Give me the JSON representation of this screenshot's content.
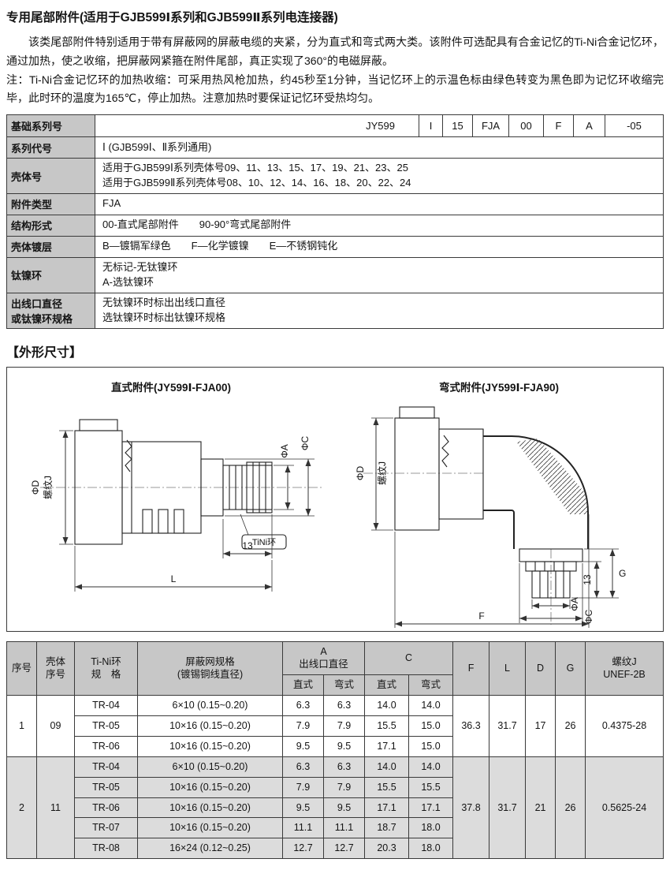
{
  "page": {
    "title": "专用尾部附件(适用于GJB599Ⅰ系列和GJB599Ⅱ系列电连接器)",
    "intro": "该类尾部附件特别适用于带有屏蔽网的屏蔽电缆的夹紧，分为直式和弯式两大类。该附件可选配具有合金记忆的Ti-Ni合金记忆环，通过加热，使之收缩，把屏蔽网紧箍在附件尾部，真正实现了360°的电磁屏蔽。",
    "note": "注：Ti-Ni合金记忆环的加热收缩：可采用热风枪加热，约45秒至1分钟，当记忆环上的示温色标由绿色转变为黑色即为记忆环收缩完毕，此时环的温度为165℃，停止加热。注意加热时要保证记忆环受热均匀。"
  },
  "ordering_table": {
    "code_row": {
      "label": "基础系列号",
      "base": "JY599",
      "segments": [
        "I",
        "15",
        "FJA",
        "00",
        "F",
        "A",
        "-05"
      ]
    },
    "rows": [
      {
        "label": "系列代号",
        "content": "Ⅰ (GJB599Ⅰ、Ⅱ系列通用)"
      },
      {
        "label": "壳体号",
        "content": "适用于GJB599Ⅰ系列壳体号09、11、13、15、17、19、21、23、25\n适用于GJB599Ⅱ系列壳体号08、10、12、14、16、18、20、22、24"
      },
      {
        "label": "附件类型",
        "content": "FJA"
      },
      {
        "label": "结构形式",
        "content": "00-直式尾部附件　　90-90°弯式尾部附件"
      },
      {
        "label": "壳体镀层",
        "content": "B—镀镉军绿色　　F—化学镀镍　　E—不锈钢钝化"
      },
      {
        "label": "钛镍环",
        "content": "无标记-无钛镍环\nA-选钛镍环"
      },
      {
        "label": "出线口直径\n或钛镍环规格",
        "content": "无钛镍环时标出出线口直径\n选钛镍环时标出钛镍环规格"
      }
    ]
  },
  "outline_heading": "【外形尺寸】",
  "drawings": {
    "straight": {
      "title": "直式附件(JY599Ⅰ-FJA00)",
      "labels": {
        "phi_d": "ΦD",
        "thread": "螺纹J",
        "phi_a": "ΦA",
        "phi_c": "ΦC",
        "tini_ring": "TiNi环",
        "dim_13": "13",
        "dim_l": "L"
      }
    },
    "elbow": {
      "title": "弯式附件(JY599Ⅰ-FJA90)",
      "labels": {
        "phi_d": "ΦD",
        "thread": "螺纹J",
        "dim_g": "G",
        "dim_13": "13",
        "phi_a": "ΦA",
        "phi_c": "ΦC",
        "dim_f": "F"
      }
    }
  },
  "dim_table": {
    "headers": {
      "index": "序号",
      "shell": "壳体\n序号",
      "ring": "Ti-Ni环\n规　格",
      "mesh": "屏蔽网规格\n(镀锡铜线直径)",
      "a": "A\n出线口直径",
      "c": "C",
      "straight": "直式",
      "bent": "弯式",
      "f": "F",
      "l": "L",
      "d": "D",
      "g": "G",
      "thread": "螺纹J\nUNEF-2B"
    },
    "groups": [
      {
        "index": "1",
        "shell": "09",
        "f": "36.3",
        "l": "31.7",
        "d": "17",
        "g": "26",
        "thread": "0.4375-28",
        "rows": [
          {
            "ring": "TR-04",
            "mesh": "6×10 (0.15~0.20)",
            "a_str": "6.3",
            "a_bent": "6.3",
            "c_str": "14.0",
            "c_bent": "14.0"
          },
          {
            "ring": "TR-05",
            "mesh": "10×16 (0.15~0.20)",
            "a_str": "7.9",
            "a_bent": "7.9",
            "c_str": "15.5",
            "c_bent": "15.0"
          },
          {
            "ring": "TR-06",
            "mesh": "10×16 (0.15~0.20)",
            "a_str": "9.5",
            "a_bent": "9.5",
            "c_str": "17.1",
            "c_bent": "15.0"
          }
        ]
      },
      {
        "index": "2",
        "shell": "11",
        "f": "37.8",
        "l": "31.7",
        "d": "21",
        "g": "26",
        "thread": "0.5625-24",
        "rows": [
          {
            "ring": "TR-04",
            "mesh": "6×10 (0.15~0.20)",
            "a_str": "6.3",
            "a_bent": "6.3",
            "c_str": "14.0",
            "c_bent": "14.0"
          },
          {
            "ring": "TR-05",
            "mesh": "10×16 (0.15~0.20)",
            "a_str": "7.9",
            "a_bent": "7.9",
            "c_str": "15.5",
            "c_bent": "15.5"
          },
          {
            "ring": "TR-06",
            "mesh": "10×16 (0.15~0.20)",
            "a_str": "9.5",
            "a_bent": "9.5",
            "c_str": "17.1",
            "c_bent": "17.1"
          },
          {
            "ring": "TR-07",
            "mesh": "10×16 (0.15~0.20)",
            "a_str": "11.1",
            "a_bent": "11.1",
            "c_str": "18.7",
            "c_bent": "18.0"
          },
          {
            "ring": "TR-08",
            "mesh": "16×24 (0.12~0.25)",
            "a_str": "12.7",
            "a_bent": "12.7",
            "c_str": "20.3",
            "c_bent": "18.0"
          }
        ]
      }
    ]
  }
}
